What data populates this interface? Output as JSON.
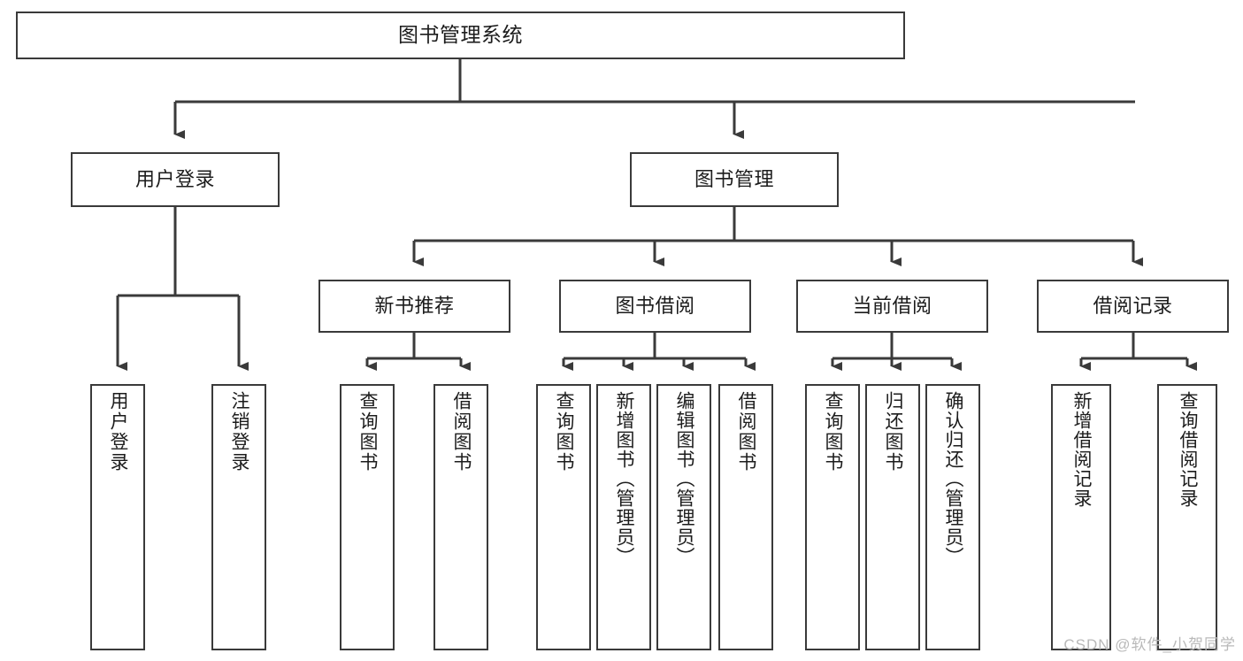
{
  "diagram": {
    "type": "tree",
    "title": "图书管理系统",
    "orientation": "top-down",
    "edge_color": "#3a3a3a",
    "node_border_color": "#3a3a3a",
    "node_fill_color": "#ffffff",
    "text_color": "#1c1c1c"
  },
  "nodes": {
    "root": {
      "label": "图书管理系统",
      "level": 1
    },
    "l2": [
      {
        "label": "用户登录",
        "level": 2
      },
      {
        "label": "图书管理",
        "level": 2
      }
    ],
    "l3": [
      {
        "label": "新书推荐",
        "level": 3
      },
      {
        "label": "图书借阅",
        "level": 3
      },
      {
        "label": "当前借阅",
        "level": 3
      },
      {
        "label": "借阅记录",
        "level": 3
      }
    ],
    "leaves": {
      "user_login": [
        {
          "label": "用户登录"
        },
        {
          "label": "注销登录"
        }
      ],
      "new_book": [
        {
          "label": "查询图书"
        },
        {
          "label": "借阅图书"
        }
      ],
      "borrow": [
        {
          "label": "查询图书"
        },
        {
          "label": "新增图书（管理员）"
        },
        {
          "label": "编辑图书（管理员）"
        },
        {
          "label": "借阅图书"
        }
      ],
      "current": [
        {
          "label": "查询图书"
        },
        {
          "label": "归还图书"
        },
        {
          "label": "确认归还（管理员）"
        }
      ],
      "records": [
        {
          "label": "新增借阅记录"
        },
        {
          "label": "查询借阅记录"
        }
      ]
    }
  },
  "watermark": {
    "text": "CSDN @软件_小贺同学"
  }
}
